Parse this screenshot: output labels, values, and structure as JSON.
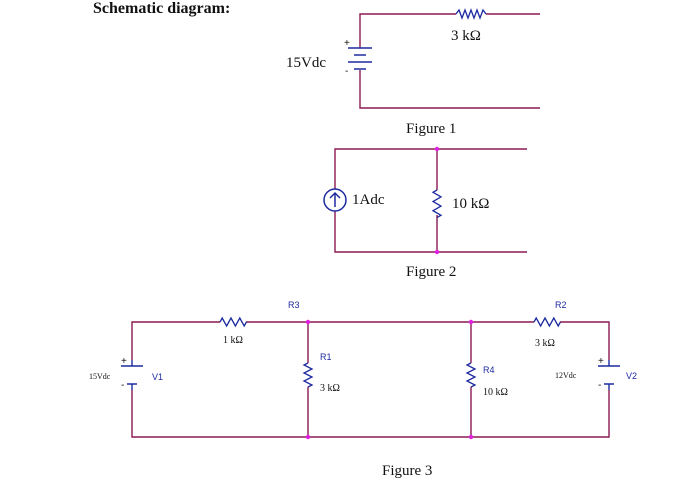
{
  "heading": "Schematic diagram:",
  "colors": {
    "wire": "#8a1a52",
    "resistor": "#1d2aa0",
    "node": "#e020e0",
    "source": "#1d2aa0"
  },
  "figure1": {
    "caption": "Figure 1",
    "source": {
      "label": "15Vdc",
      "type": "battery",
      "icon": "battery-icon"
    },
    "resistor": {
      "label": "3 kΩ",
      "icon": "resistor-icon"
    }
  },
  "figure2": {
    "caption": "Figure 2",
    "source": {
      "label": "1Adc",
      "type": "current-source",
      "icon": "current-source-icon"
    },
    "resistor": {
      "label": "10 kΩ",
      "icon": "resistor-icon"
    }
  },
  "figure3": {
    "caption": "Figure 3",
    "V1": {
      "ref": "V1",
      "value": "15Vdc",
      "icon": "battery-icon"
    },
    "V2": {
      "ref": "V2",
      "value": "12Vdc",
      "icon": "battery-icon"
    },
    "R1": {
      "ref": "R1",
      "value": "3 kΩ",
      "icon": "resistor-icon"
    },
    "R2": {
      "ref": "R2",
      "value": "3 kΩ",
      "icon": "resistor-icon"
    },
    "R3": {
      "ref": "R3",
      "value": "1 kΩ",
      "icon": "resistor-icon"
    },
    "R4": {
      "ref": "R4",
      "value": "10 kΩ",
      "icon": "resistor-icon"
    }
  }
}
